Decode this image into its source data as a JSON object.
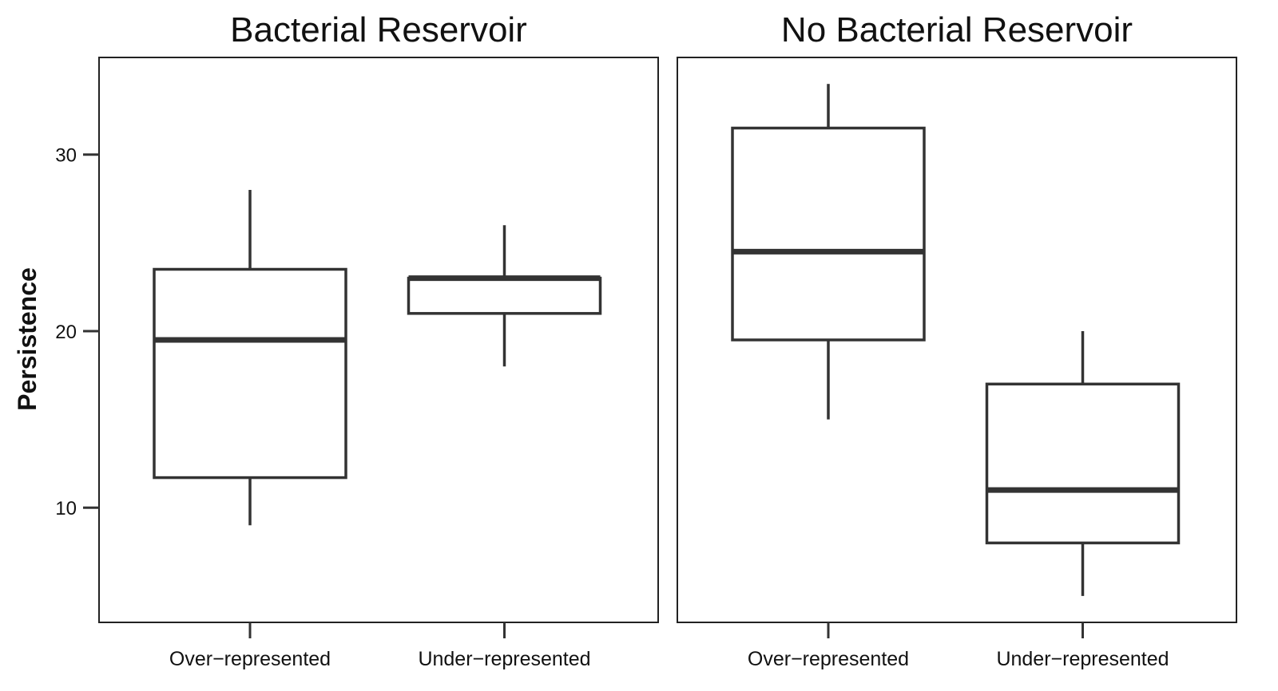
{
  "chart_data": {
    "type": "box",
    "ylabel": "Persistence",
    "ylim": [
      3.5,
      35.5
    ],
    "yticks": [
      10,
      20,
      30
    ],
    "ytick_labels": [
      "10",
      "20",
      "30"
    ],
    "categories": [
      "Over−represented",
      "Under−represented"
    ],
    "panels": [
      {
        "title": "Bacterial Reservoir",
        "boxes": [
          {
            "category": "Over−represented",
            "whisker_low": 9,
            "q1": 11.7,
            "median": 19.5,
            "q3": 23.5,
            "whisker_high": 28
          },
          {
            "category": "Under−represented",
            "whisker_low": 18,
            "q1": 21,
            "median": 23,
            "q3": 23,
            "whisker_high": 26
          }
        ]
      },
      {
        "title": "No Bacterial Reservoir",
        "boxes": [
          {
            "category": "Over−represented",
            "whisker_low": 15,
            "q1": 19.5,
            "median": 24.5,
            "q3": 31.5,
            "whisker_high": 34
          },
          {
            "category": "Under−represented",
            "whisker_low": 5,
            "q1": 8,
            "median": 11,
            "q3": 17,
            "whisker_high": 20
          }
        ]
      }
    ],
    "grid": false,
    "legend": "none"
  }
}
